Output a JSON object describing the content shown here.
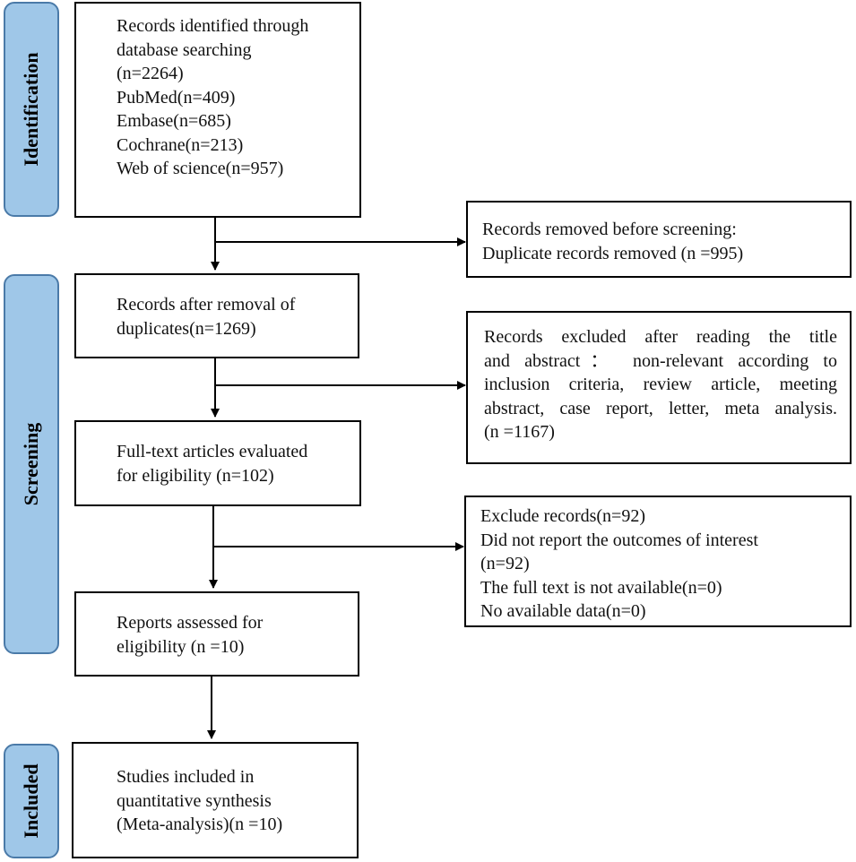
{
  "phases": {
    "identification": "Identification",
    "screening": "Screening",
    "included": "Included"
  },
  "boxes": {
    "identified": {
      "lines": [
        "Records identified through",
        "database searching",
        "(n=2264)",
        "PubMed(n=409)",
        "Embase(n=685)",
        "Cochrane(n=213)",
        "Web of science(n=957)"
      ]
    },
    "duplicates_removed": {
      "lines": [
        "Records removed before screening:",
        "Duplicate records removed (n =995)"
      ]
    },
    "after_duplicates": {
      "lines": [
        "Records after removal of",
        "duplicates(n=1269)"
      ]
    },
    "excluded_title_abstract": {
      "lines": [
        "Records excluded after reading the title",
        "and abstract： non-relevant according to",
        "inclusion criteria, review article, meeting",
        "abstract, case report, letter, meta analysis.",
        "(n =1167)"
      ]
    },
    "fulltext_evaluated": {
      "lines": [
        "Full-text articles evaluated",
        "for eligibility (n=102)"
      ]
    },
    "excluded_reports": {
      "lines": [
        "Exclude records(n=92)",
        "Did not report the outcomes of interest",
        "(n=92)",
        "The full text is not available(n=0)",
        "No available data(n=0)"
      ]
    },
    "reports_assessed": {
      "lines": [
        "Reports assessed for",
        "eligibility (n =10)"
      ]
    },
    "included_studies": {
      "lines": [
        "Studies included in",
        "quantitative synthesis",
        "(Meta-analysis)(n =10)"
      ]
    }
  }
}
